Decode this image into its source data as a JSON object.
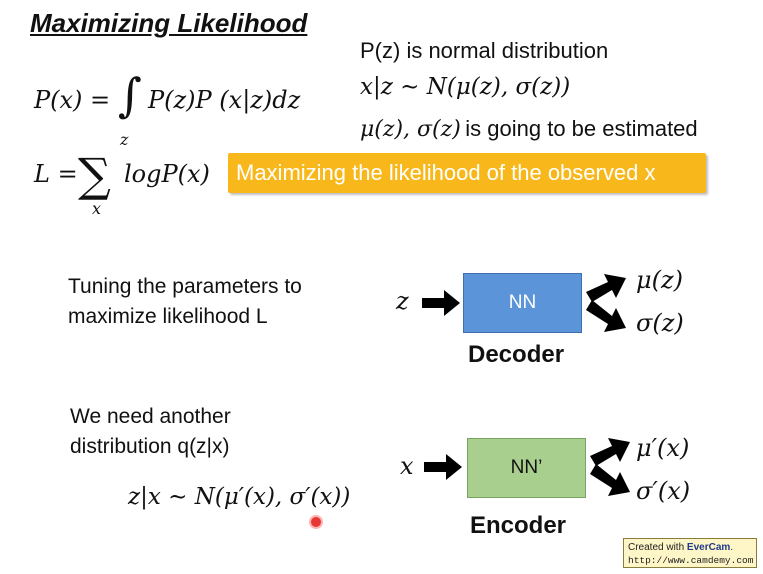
{
  "title": "Maximizing Likelihood",
  "formulas": {
    "px_lhs": "P(x) =",
    "integral_sign": "∫",
    "integral_sub": "z",
    "px_rhs": "P(z)P (x|z)dz",
    "L_lhs": "L =",
    "sum_sign": "∑",
    "sum_sub": "x",
    "L_rhs": "logP(x)"
  },
  "notes": {
    "line1": "P(z) is normal distribution",
    "line2": "x|z ∼ N(μ(z), σ(z))",
    "line3_math": "μ(z), σ(z)",
    "line3_text": "is going to be estimated"
  },
  "highlight": "Maximizing the likelihood of the observed x",
  "tuning": [
    "Tuning the parameters to",
    "maximize likelihood L"
  ],
  "decoder": {
    "input": "z",
    "box_label": "NN",
    "out1": "μ(z)",
    "out2": "σ(z)",
    "caption": "Decoder",
    "box_color": "#5b94d8"
  },
  "need": [
    "We need another",
    "distribution q(z|x)"
  ],
  "q_formula": "z|x ∼ N(μ′(x), σ′(x))",
  "encoder": {
    "input": "x",
    "box_label": "NN’",
    "out1": "μ′(x)",
    "out2": "σ′(x)",
    "caption": "Encoder",
    "box_color": "#a9cf8e"
  },
  "footer": {
    "created": "Created with",
    "brand": "EverCam",
    "url": "http://www.camdemy.com"
  },
  "colors": {
    "highlight": "#f8b81c"
  }
}
